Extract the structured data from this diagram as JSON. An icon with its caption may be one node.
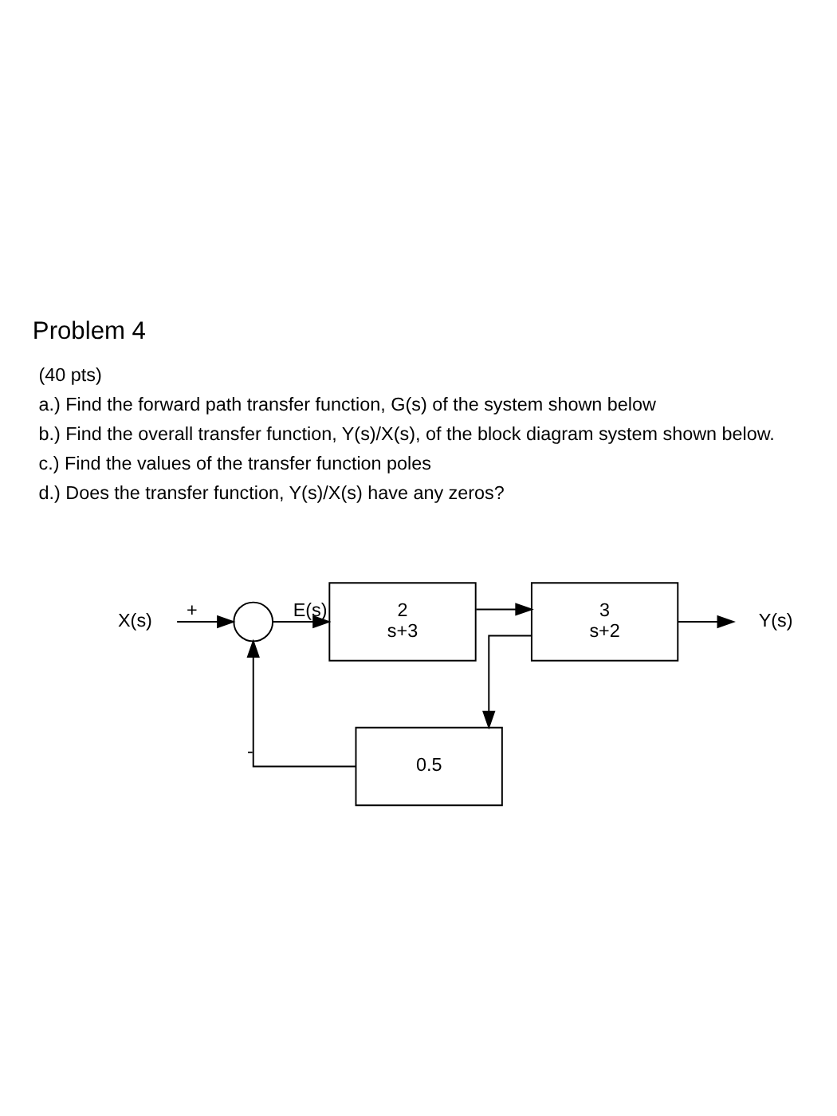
{
  "diagram": {
    "title": "Problem 4",
    "nodes": [
      {
        "text": [
          "X(s)"
        ]
      },
      {
        "text": [],
        "shape": "circle"
      },
      {
        "text": [
          "2",
          "s+3"
        ]
      },
      {
        "text": [
          "3",
          "s+2"
        ]
      },
      {
        "text": [
          "Y(s)"
        ]
      },
      {
        "text": [
          "0.5"
        ]
      }
    ],
    "edges": [
      {
        "from": 0,
        "to": 1,
        "arrow": "to",
        "label": "+"
      },
      {
        "from": 1,
        "to": 2,
        "arrow": "to",
        "label": "E(s)"
      },
      {
        "from": 2,
        "to": 3,
        "arrow": "to"
      },
      {
        "from": 3,
        "to": 4,
        "arrow": "to"
      },
      {
        "from": 3,
        "to": 5,
        "arrow": "to"
      },
      {
        "from": 5,
        "to": 1,
        "arrow": "to",
        "label": "-"
      }
    ],
    "labels": [
      "(40 pts)",
      "a.) Find the forward path transfer function, G(s) of the system shown below",
      "b.) Find the overall transfer function, Y(s)/X(s), of the block diagram system shown below.",
      "c.) Find the values of the transfer function poles",
      "d.) Does the transfer function, Y(s)/X(s) have any zeros?"
    ]
  }
}
